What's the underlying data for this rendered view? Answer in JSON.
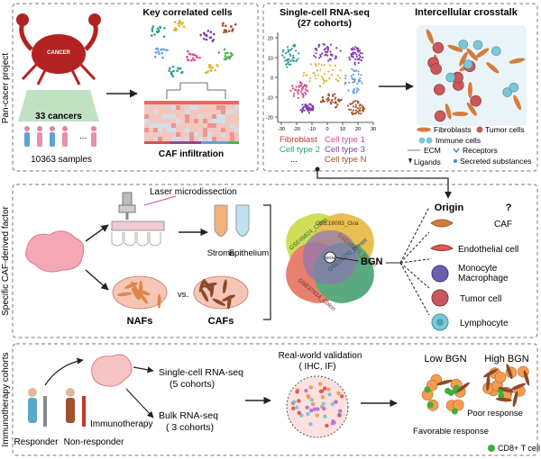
{
  "panel1": {
    "side_label": "Pan-cacer project",
    "cancers": "33 cancers",
    "samples": "10363 samples",
    "ellipsis": "...",
    "key_cells": "Key correlated cells",
    "caf_infiltration": "CAF infiltration",
    "scrna_title_1": "Single-cell RNA-seq",
    "scrna_title_2": "(27 cohorts)",
    "umap_y_ticks": [
      "20",
      "10",
      "0",
      "-10",
      "-20"
    ],
    "umap_x_ticks": [
      "-30",
      "-20",
      "-10",
      "0",
      "10",
      "20",
      "30"
    ],
    "legend": {
      "fibroblast": "Fibroblast",
      "type2": "Cell type 2",
      "dots": "...",
      "type1": "Cell type 1",
      "type3": "Cell type 3",
      "typeN": "Cell type N"
    },
    "crosstalk": "Intercellular crosstalk",
    "crosstalk_legend": {
      "fibroblasts": "Fibroblasts",
      "tumor": "Tumor cells",
      "immune": "Immune cells",
      "ecm": "ECM",
      "ligands": "Ligands",
      "receptors": "Receptors",
      "secreted": "Secreted substances"
    }
  },
  "panel2": {
    "side_label": "Specific CAF-derived factor",
    "laser": "Laser microdissection",
    "stroma": "Stroma",
    "epithelium": "Epithelium",
    "nafs": "NAFs",
    "vs": "vs.",
    "cafs": "CAFs",
    "venn_labels": [
      "GSE46824_Colon",
      "GSE58229_Breast",
      "GSE29270_Breast",
      "GSE37614_Colon",
      "GSE18093_Ova"
    ],
    "venn_center": "BGN",
    "bgn": "BGN",
    "origin": "Origin",
    "question": "?",
    "cells": [
      "CAF",
      "Endothelial cell",
      "Monocyte\nMacrophage",
      "Tumor cell",
      "Lymphocyte"
    ]
  },
  "panel3": {
    "side_label": "Immunotherapy cohorts",
    "immunotherapy": "Immunotherapy",
    "responder": "Responder",
    "non_responder": "Non-responder",
    "sc_rna": "Single-cell RNA-seq",
    "sc_cohorts": "(5 cohorts)",
    "bulk_rna": "Bulk RNA-seq",
    "bulk_cohorts": "( 3 cohorts)",
    "validation": "Real-world validation",
    "validation_sub": "( IHC, IF)",
    "low_bgn": "Low BGN",
    "high_bgn": "High BGN",
    "favorable": "Favorable response",
    "poor": "Poor response",
    "cd8": "CD8+ T cell"
  },
  "colors": {
    "border": "#777777",
    "caf_orange": "#d77b3c",
    "tumor_red": "#c8585c",
    "immune_blue": "#7cc7d6",
    "cd8_green": "#3daf3b",
    "umap": [
      "#2f9e8f",
      "#e0b531",
      "#7a3fb0",
      "#a0522d",
      "#6f9fd8",
      "#d94a8c",
      "#4caf50"
    ]
  }
}
